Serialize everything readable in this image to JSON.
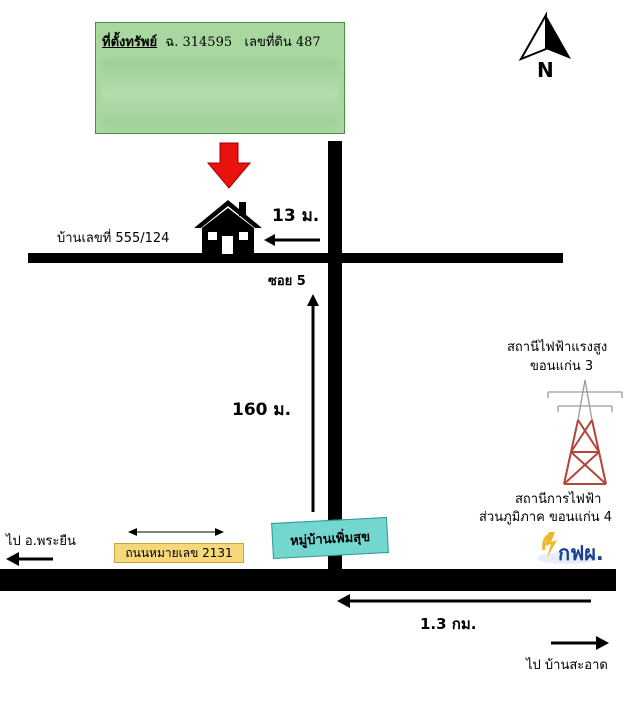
{
  "property_box": {
    "title": "ที่ตั้งทรัพย์",
    "deed": "ฉ. 314595",
    "land_no": "เลขที่ดิน  487",
    "bg_color": "#a8d8a0"
  },
  "north": {
    "label": "N"
  },
  "house": {
    "label": "บ้านเลขที่ 555/124",
    "distance": "13 ม."
  },
  "soi": {
    "label": "ซอย 5",
    "distance": "160  ม."
  },
  "village_sign": {
    "label": "หมู่บ้านเพิ่มสุข",
    "color": "#73d6cf"
  },
  "highway_sign": {
    "label": "ถนนหมายเลข 2131",
    "color": "#f6d77a"
  },
  "substation": {
    "line1": "สถานีไฟฟ้าแรงสูง",
    "line2": "ขอนแก่น 3"
  },
  "pea": {
    "line1": "สถานีการไฟฟ้า",
    "line2": "ส่วนภูมิภาค ขอนแก่น 4",
    "logo": "กฟผ."
  },
  "to_left": {
    "label": "ไป อ.พระยืน"
  },
  "to_right": {
    "label": "ไป บ้านสะอาด"
  },
  "main_distance": {
    "label": "1.3  กม."
  },
  "colors": {
    "road": "#000000",
    "marker_arrow": "#e8120f"
  }
}
